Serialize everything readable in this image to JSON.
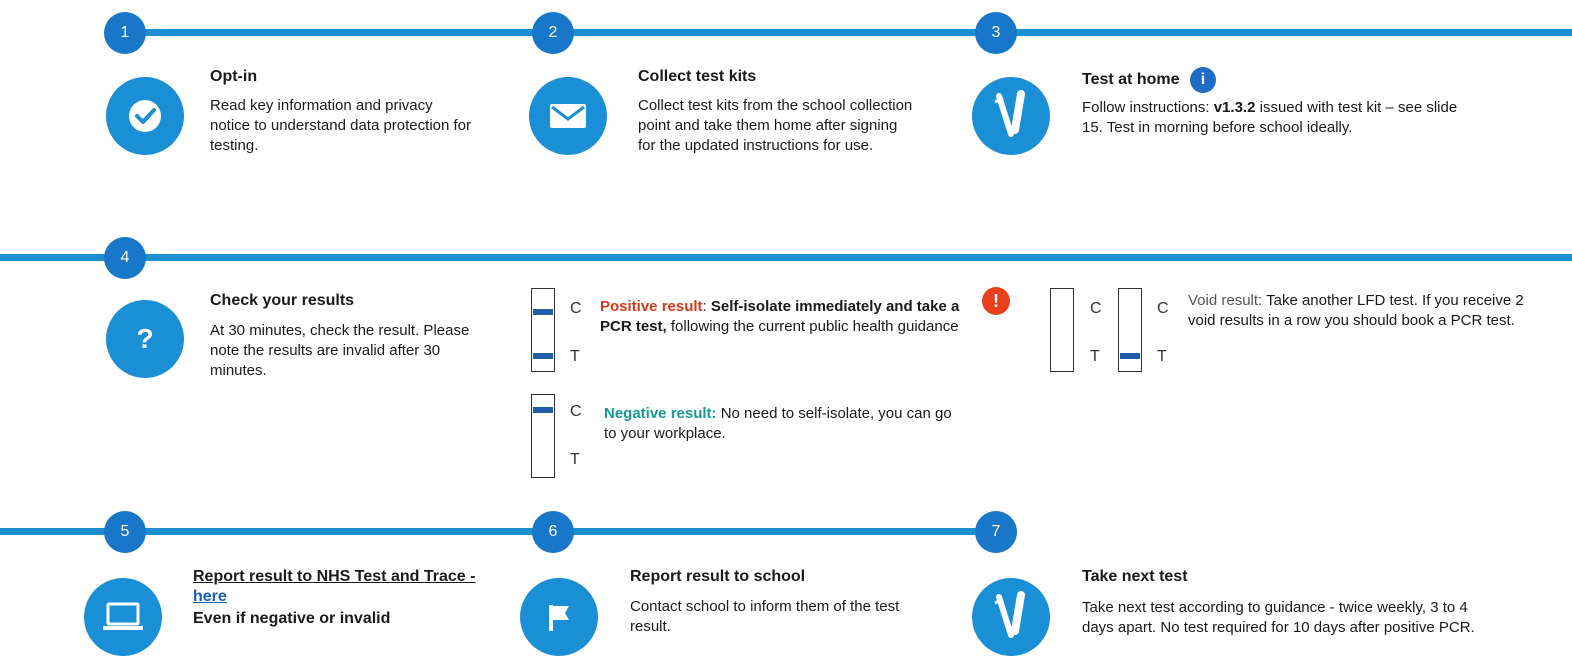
{
  "steps": [
    {
      "number": "1",
      "title": "Opt-in",
      "body": "Read key information and privacy notice to understand data protection for testing.",
      "icon": "check-icon"
    },
    {
      "number": "2",
      "title": "Collect test kits",
      "body": "Collect test kits from the school collection point and take them home after signing for the updated instructions for use.",
      "icon": "envelope-icon"
    },
    {
      "number": "3",
      "title": "Test at home",
      "body_pre": "Follow instructions: ",
      "body_bold": "v1.3.2",
      "body_post": " issued with test kit – see slide 15. Test in morning before school ideally.",
      "icon": "swab-icon",
      "info_icon": "i"
    },
    {
      "number": "4",
      "title": "Check your results",
      "body": "At 30 minutes, check the result. Please note the results are invalid after 30 minutes.",
      "icon": "question-icon",
      "icon_glyph": "?"
    },
    {
      "number": "5",
      "title_pre": "Report result to NHS Test and Trace - ",
      "link": "here",
      "subtitle": "Even if negative or invalid",
      "icon": "laptop-icon"
    },
    {
      "number": "6",
      "title": "Report result to school",
      "body": "Contact school to inform them of the test result.",
      "icon": "flag-icon"
    },
    {
      "number": "7",
      "title": "Take next test",
      "body": "Take next test according to guidance - twice weekly, 3 to 4 days apart. No test required for 10 days after positive PCR.",
      "icon": "swab-icon"
    }
  ],
  "results": {
    "c_label": "C",
    "t_label": "T",
    "positive": {
      "label": "Positive result",
      "colon": ":",
      "bold": " Self-isolate immediately and take a PCR test,",
      "rest": " following the current public health guidance",
      "alert": "!"
    },
    "negative": {
      "label": "Negative result:",
      "rest": " No need to self-isolate, you can go to your workplace."
    },
    "void": {
      "label": "Void result:",
      "rest": " Take another LFD test. If you receive 2 void results in a row you should book a PCR test."
    }
  },
  "colors": {
    "line": "#1b8fcf",
    "badge": "#1877c9",
    "icon": "#1a8fd6",
    "positive": "#d43b1a",
    "negative": "#189a96",
    "alert": "#e8401c"
  }
}
